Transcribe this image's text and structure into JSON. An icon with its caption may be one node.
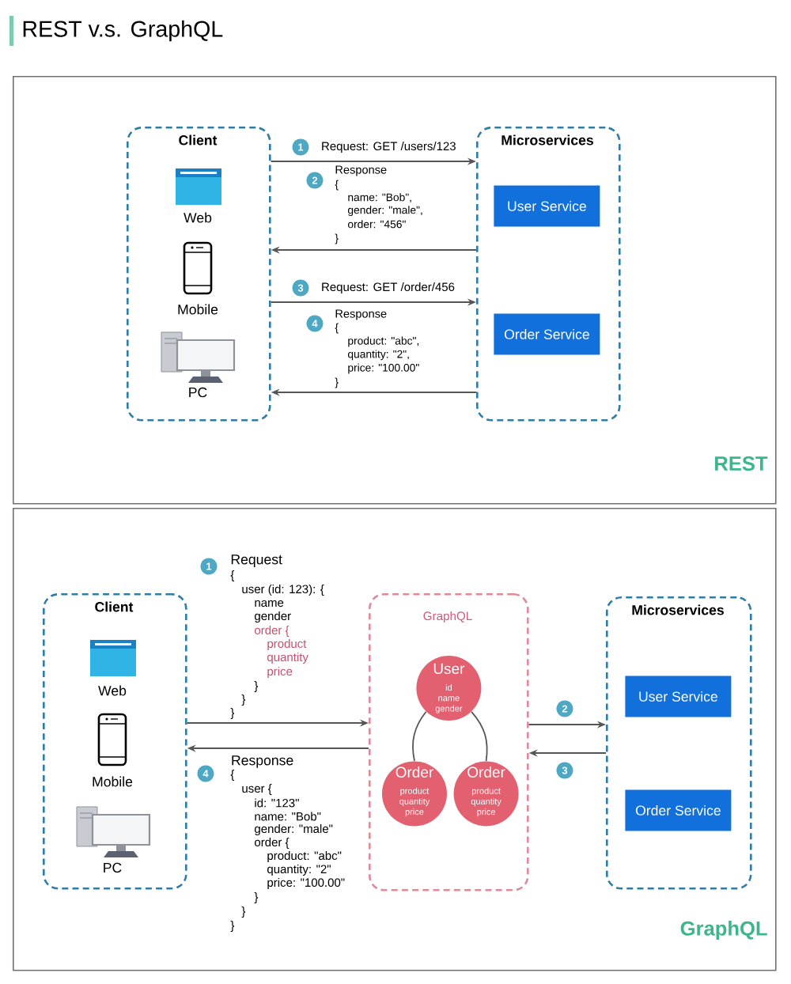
{
  "diagram": {
    "title": "REST v.s. GraphQL",
    "nodes": [
      {
        "text": [
          "REST"
        ]
      },
      {
        "text": [
          "Client"
        ],
        "in": 0
      },
      {
        "text": [
          "Microservices"
        ],
        "in": 0
      },
      {
        "text": [
          "User Service"
        ],
        "in": 2
      },
      {
        "text": [
          "Order Service"
        ],
        "in": 2
      },
      {
        "text": [
          "GraphQL"
        ]
      },
      {
        "text": [
          "Client"
        ],
        "in": 5
      },
      {
        "text": [
          "GraphQL"
        ],
        "in": 5
      },
      {
        "text": [
          "User",
          "id name gender"
        ],
        "in": 7
      },
      {
        "text": [
          "Order",
          "product quantity price"
        ],
        "in": 7
      },
      {
        "text": [
          "Order",
          "product quantity price"
        ],
        "in": 7
      },
      {
        "text": [
          "Microservices"
        ],
        "in": 5
      },
      {
        "text": [
          "User Service"
        ],
        "in": 11
      },
      {
        "text": [
          "Order Service"
        ],
        "in": 11
      }
    ],
    "edges": [
      {
        "from": 1,
        "to": 2,
        "arrow": "to",
        "label": "Request: GET /users/123"
      },
      {
        "from": 2,
        "to": 1,
        "arrow": "to"
      },
      {
        "from": 1,
        "to": 2,
        "arrow": "to",
        "label": "Request: GET /order/456"
      },
      {
        "from": 2,
        "to": 1,
        "arrow": "to"
      },
      {
        "from": 6,
        "to": 7,
        "arrow": "to"
      },
      {
        "from": 7,
        "to": 6,
        "arrow": "to",
        "label": "Response"
      },
      {
        "from": 7,
        "to": 11,
        "arrow": "to"
      },
      {
        "from": 11,
        "to": 7,
        "arrow": "to"
      },
      {
        "from": 8,
        "to": 9,
        "arrow": "none"
      },
      {
        "from": 8,
        "to": 10,
        "arrow": "none"
      }
    ],
    "labels": [
      "Web",
      "Mobile",
      "PC",
      "1",
      "2",
      "Response",
      "{",
      "name: \"Bob\",",
      "gender: \"male\",",
      "order: \"456\"",
      "}",
      "3",
      "4",
      "Response",
      "{",
      "product: \"abc\",",
      "quantity: \"2\",",
      "price: \"100.00\"",
      "}",
      "Web",
      "Mobile",
      "PC",
      "1",
      "Request",
      "{",
      "user (id: 123): {",
      "name",
      "gender",
      "order {",
      "product",
      "quantity",
      "price",
      "}",
      "}",
      "}",
      "2",
      "3",
      "4",
      "{",
      "user {",
      "id: \"123\"",
      "name: \"Bob\"",
      "gender: \"male\"",
      "order {",
      "product: \"abc\"",
      "quantity: \"2\"",
      "price: \"100.00\"",
      "}",
      "}",
      "}"
    ]
  }
}
